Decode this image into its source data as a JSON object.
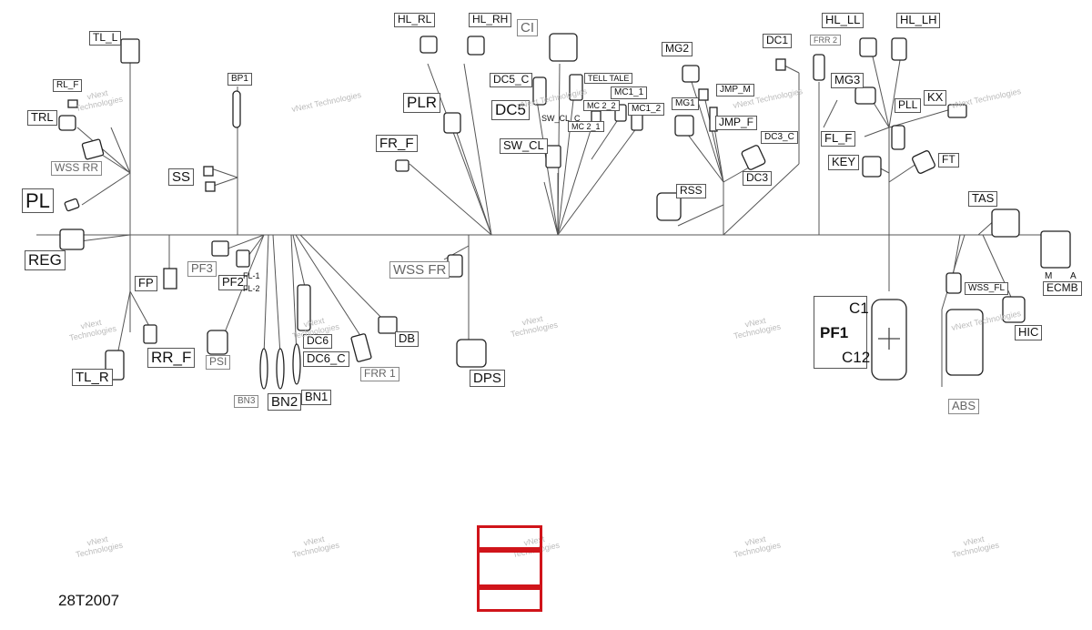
{
  "drawing_id": "28T2007",
  "watermark": [
    "vNext",
    "Technologies"
  ],
  "watermark_inline": "vNext Technologies",
  "colors": {
    "line": "#555555",
    "highlight": "#d0141a",
    "watermark": "#bbbbbb"
  },
  "connectors": {
    "TL_L": "TL_L",
    "RL_F": "RL_F",
    "TRL": "TRL",
    "WSS_RR": "WSS RR",
    "PL": "PL",
    "REG": "REG",
    "BP1": "BP1",
    "SS": "SS",
    "FP": "FP",
    "PF3": "PF3",
    "PF2": "PF2",
    "FL_1": "FL-1",
    "FL_2": "FL-2",
    "PSI": "PSI",
    "BN3": "BN3",
    "BN2": "BN2",
    "BN1": "BN1",
    "DC6": "DC6",
    "DC6_C": "DC6_C",
    "FRR_1": "FRR 1",
    "DB": "DB",
    "RR_F": "RR_F",
    "TL_R": "TL_R",
    "HL_RL": "HL_RL",
    "HL_RH": "HL_RH",
    "CI": "CI",
    "DC5_C": "DC5_C",
    "DC5": "DC5",
    "SW_CL_C": "SW_CL_C",
    "SW_CL": "SW_CL",
    "TELL_TALE": "TELL TALE",
    "MC_2_2": "MC 2_2",
    "MC_2_1": "MC 2_1",
    "MC1_1": "MC1_1",
    "MC1_2": "MC1_2",
    "PLR": "PLR",
    "FR_F": "FR_F",
    "WSS_FR": "WSS FR",
    "DPS": "DPS",
    "MG2": "MG2",
    "MG1": "MG1",
    "JMP_M": "JMP_M",
    "JMP_F": "JMP_F",
    "DC1": "DC1",
    "FRR_2": "FRR 2",
    "DC3_C": "DC3_C",
    "DC3": "DC3",
    "RSS": "RSS",
    "HL_LL": "HL_LL",
    "HL_LH": "HL_LH",
    "MG3": "MG3",
    "PLL": "PLL",
    "KX": "KX",
    "FL_F": "FL_F",
    "KEY": "KEY",
    "FT": "FT",
    "TAS": "TAS",
    "M": "M",
    "A": "A",
    "ECMB": "ECMB",
    "WSS_FL": "WSS_FL",
    "HIC": "HIC",
    "ABS": "ABS",
    "C1": "C1",
    "PF1": "PF1",
    "C12": "C12"
  }
}
